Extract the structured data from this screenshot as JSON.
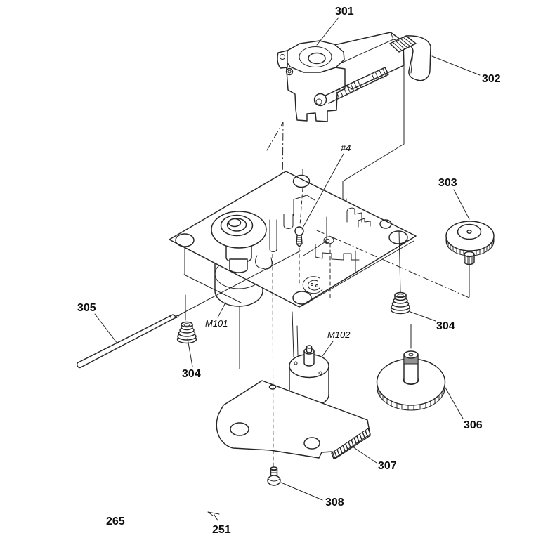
{
  "figure": {
    "background": "#ffffff",
    "line_color": "#262626",
    "labels": {
      "l301": "301",
      "l302": "302",
      "l303": "303",
      "l304a": "304",
      "l304b": "304",
      "l305": "305",
      "l306": "306",
      "l307": "307",
      "l308": "308",
      "l265": "265",
      "l251": "251",
      "m101": "M101",
      "m102": "M102",
      "hash4": "#4"
    }
  }
}
